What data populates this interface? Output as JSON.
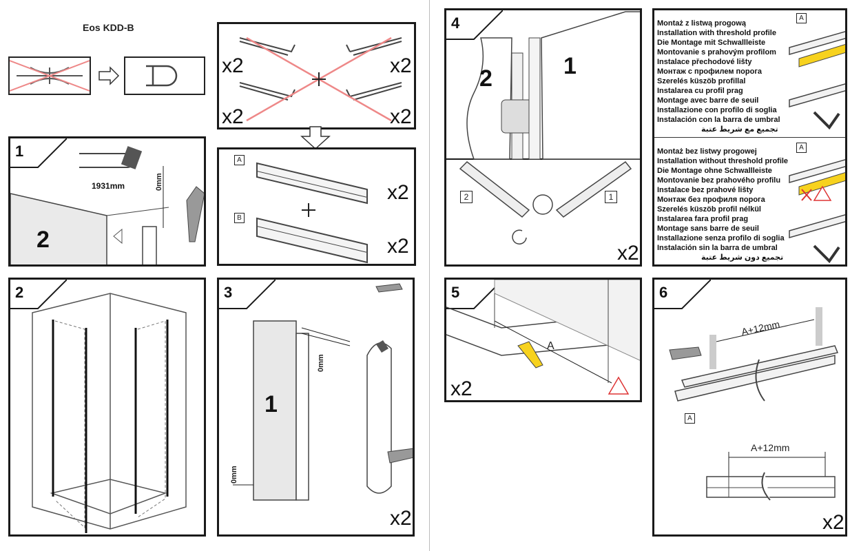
{
  "header": {
    "title": "Eos KDD-B"
  },
  "panels": {
    "p1": {
      "num": "1",
      "length": "1931mm",
      "gap": "0mm",
      "door": "2"
    },
    "p2": {
      "num": "2"
    },
    "p3": {
      "num": "3",
      "door": "1",
      "gap_top": "0mm",
      "gap_bottom": "0mm",
      "mult": "x2"
    },
    "p4": {
      "num": "4",
      "door_left": "2",
      "door_right": "1",
      "label_left": "2",
      "label_right": "1",
      "mult": "x2"
    },
    "p5": {
      "num": "5",
      "measure": "A",
      "mult": "x2"
    },
    "p6": {
      "num": "6",
      "dim_top": "A+12mm",
      "dim_bottom": "A+12mm",
      "label": "A",
      "mult": "x2"
    },
    "wrong": {
      "m1": "x2",
      "m2": "x2",
      "m3": "x2",
      "m4": "x2"
    },
    "profiles": {
      "a": "A",
      "b": "B",
      "ma": "x2",
      "mb": "x2"
    }
  },
  "info": {
    "with": {
      "box": "A",
      "lines": [
        "Montaż z listwą progową",
        "Installation with threshold profile",
        "Die Montage mit Schwallleiste",
        "Montovanie s prahovým profilom",
        "Instalace přechodové lišty",
        "Монтаж с профилем порога",
        "Szerelés küszöb profillal",
        "Instalarea cu profil prag",
        "Montage avec barre de seuil",
        "Installazione con profilo di soglia",
        "Instalación con la barra de umbral",
        "تجميع مع شريط عتبة"
      ]
    },
    "without": {
      "box": "A",
      "lines": [
        "Montaż bez listwy progowej",
        "Installation without threshold profile",
        "Die Montage ohne Schwallleiste",
        "Montovanie bez prahového profilu",
        "Instalace bez prahové lišty",
        "Монтаж без профиля порога",
        "Szerelés küszöb profil nélkül",
        "Instalarea fara profil prag",
        "Montage sans barre de seuil",
        "Installazione senza profilo di soglia",
        "Instalación sin la barra de umbral",
        "تجميع دون شريط عتبة"
      ]
    }
  }
}
